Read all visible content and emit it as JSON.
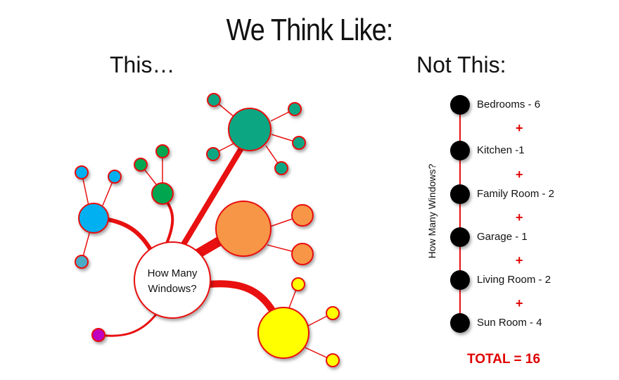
{
  "title": "We Think Like:",
  "left": {
    "heading": "This…",
    "center_label_line1": "How Many",
    "center_label_line2": "Windows?"
  },
  "right": {
    "heading": "Not This:",
    "axis_label": "How Many Windows?",
    "items": [
      {
        "label": "Bedrooms - 6"
      },
      {
        "label": "Kitchen -1"
      },
      {
        "label": "Family Room - 2"
      },
      {
        "label": "Garage - 1"
      },
      {
        "label": "Living Room - 2"
      },
      {
        "label": "Sun Room - 4"
      }
    ],
    "plus_sign": "+",
    "total": "TOTAL =  16"
  },
  "colors": {
    "connector": "#e81010",
    "teal": "#11a683",
    "orange": "#f79646",
    "yellow": "#ffff00",
    "blue": "#00b0f0",
    "green": "#00a650",
    "magenta": "#c000c0",
    "dot": "#000000"
  }
}
